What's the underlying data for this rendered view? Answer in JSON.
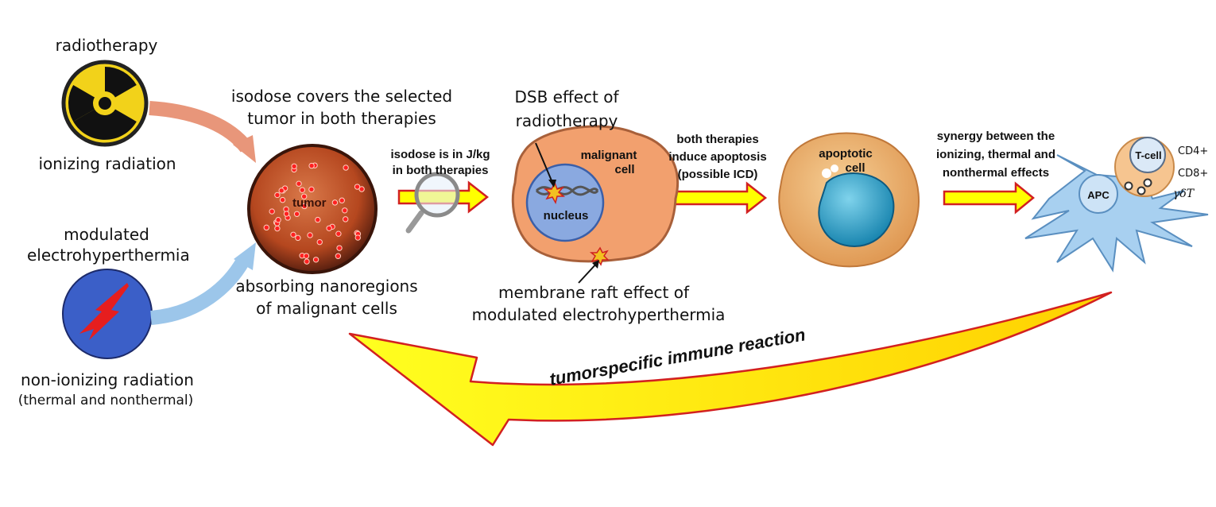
{
  "labels": {
    "radiotherapy": "radiotherapy",
    "ionizing_radiation": "ionizing radiation",
    "modulated_line1": "modulated",
    "modulated_line2": "electrohyperthermia",
    "non_ionizing": "non-ionizing radiation",
    "thermal_nonthermal": "(thermal and nonthermal)",
    "isodose_covers_1": "isodose covers the selected",
    "isodose_covers_2": "tumor in both therapies",
    "tumor": "tumor",
    "absorbing_1": "absorbing nanoregions",
    "absorbing_2": "of malignant cells",
    "isodose_jkg_1": "isodose is in J/kg",
    "isodose_jkg_2": "in both therapies",
    "dsb_1": "DSB effect of",
    "dsb_2": "radiotherapy",
    "malignant_1": "malignant",
    "malignant_2": "cell",
    "nucleus": "nucleus",
    "membrane_1": "membrane raft effect of",
    "membrane_2": "modulated electrohyperthermia",
    "apoptosis_1": "both therapies",
    "apoptosis_2": "induce apoptosis",
    "apoptosis_3": "(possible ICD)",
    "apoptotic_1": "apoptotic",
    "apoptotic_2": "cell",
    "synergy_1": "synergy between the",
    "synergy_2": "ionizing, thermal and",
    "synergy_3": "nonthermal effects",
    "tcell": "T-cell",
    "apc": "APC",
    "cd4": "CD4+",
    "cd8": "CD8+",
    "gdt": "γδT",
    "immune": "tumorspecific immune reaction"
  },
  "colors": {
    "radiation_yellow": "#f2d21a",
    "tumor": "#b5471f",
    "arrow_salmon": "#e8967a",
    "arrow_blue": "#9cc6ea",
    "block_arrow": "#ffff00",
    "block_arrow_edge": "#d22020",
    "nucleus": "#8aa9e0",
    "malignant_cell": "#f2a06e",
    "apoptotic_cell": "#f0b06a",
    "apoptotic_nucleus": "#2aa3c8",
    "apc": "#a8d0f0",
    "tcell_outer": "#f6c590",
    "tcell_inner": "#dbe9f7",
    "hyperthermia_disc": "#3b5fc8"
  },
  "icons": [
    "radiation-hazard-icon",
    "lightning-bolt-icon",
    "magnifier-icon",
    "dna-helix-icon",
    "burst-icon"
  ]
}
